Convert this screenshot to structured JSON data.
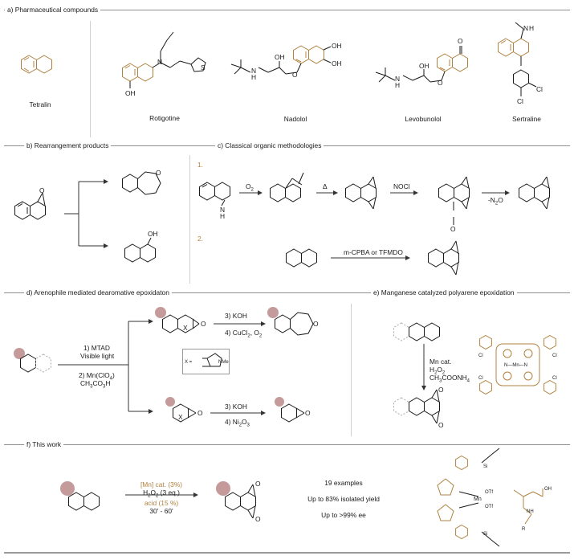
{
  "sections": {
    "a": "a) Pharmaceutical compounds",
    "b": "b) Rearrangement products",
    "c": "c) Classical organic methodologies",
    "d": "d) Arenophile mediated dearomative epoxidaton",
    "e": "e) Manganese catalyzed polyarene epoxidation",
    "f": "f) This work"
  },
  "panel_a": {
    "compounds": [
      "Tetralin",
      "Rotigotine",
      "Nadolol",
      "Levobunolol",
      "Sertraline"
    ],
    "atoms": {
      "n": "N",
      "oh": "OH",
      "h": "H",
      "o": "O",
      "cl": "Cl"
    }
  },
  "panel_c": {
    "route1_num": "1.",
    "route2_num": "2.",
    "o2": "O",
    "o2_sub": "2",
    "delta": "Δ",
    "nocl": "NOCl",
    "n2o": "-N",
    "n2o_sub": "2",
    "n2o_end": "O",
    "mcpba": "m-CPBA or TFMDO",
    "nh": "N",
    "h": "H",
    "on": "O"
  },
  "panel_d": {
    "step1a": "1) MTAD",
    "step1b": "Visible light",
    "step2a": "2) Mn(ClO",
    "step2a_sub": "4",
    "step2a_end": ")",
    "step2b": "CH",
    "step2b_sub": "3",
    "step2b_end": "CO",
    "step2b_sub2": "3",
    "step2b_h": "H",
    "top3": "3) KOH",
    "top4": "4) CuCl",
    "top4_sub": "2",
    "top4_end": ", O",
    "top4_sub2": "2",
    "bot3": "3) KOH",
    "bot4": "4) Ni",
    "bot4_sub": "2",
    "bot4_end": "O",
    "bot4_sub2": "3",
    "x": "X",
    "mtad_x": "X =",
    "mtad_me": "NMe"
  },
  "panel_e": {
    "cat": "Mn cat.",
    "ox": "H",
    "ox_sub": "2",
    "ox_end": "O",
    "ox_sub2": "2",
    "add": "CH",
    "add_sub": "3",
    "add_end": "COONH",
    "add_sub2": "4",
    "cl": "Cl",
    "mn": "N—Mn—N"
  },
  "panel_f": {
    "cat": "[Mn] cat. (3%)",
    "ox": "H",
    "ox_sub": "2",
    "ox_mid": "O",
    "ox_sub2": "2",
    "ox_end": " (3 eq.)",
    "acid": "acid (15 %)",
    "time": "30' - 60'",
    "res1": "19 examples",
    "res2": "Up to 83% isolated yield",
    "res3": "Up to >99% ee",
    "otf": "OTf",
    "mn": "Mn",
    "si": "Si",
    "r": "R",
    "oh": "OH",
    "nh": "NH"
  },
  "colors": {
    "accent": "#b08240",
    "marker": "#c49a9a",
    "rule": "#8f8f8f"
  }
}
